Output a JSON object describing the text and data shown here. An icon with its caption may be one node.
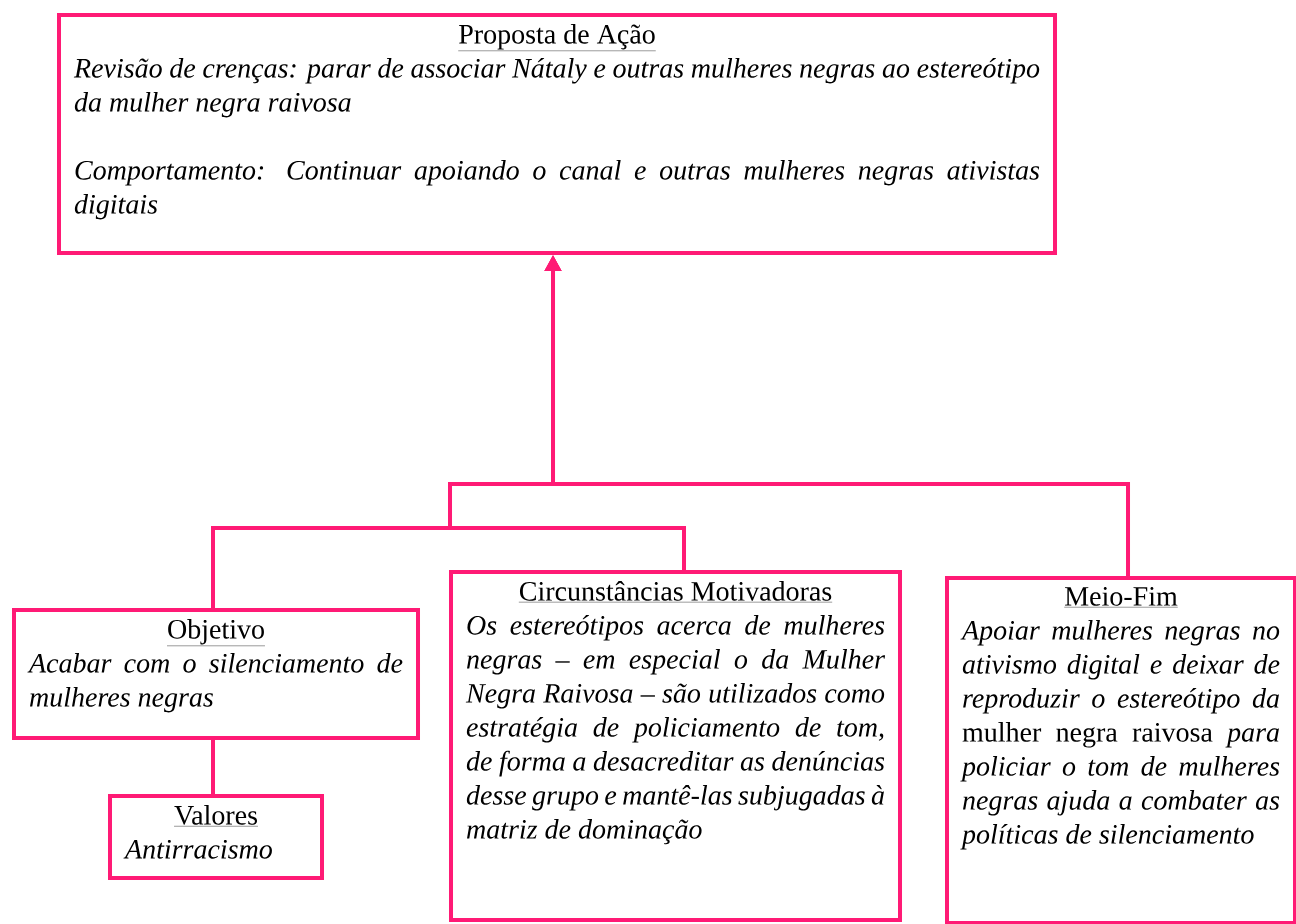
{
  "diagram": {
    "nodes": [
      {
        "text": [
          "Proposta de Ação",
          "Revisão de crenças: parar de associar Nátaly e outras mulheres negras ao estereótipo da mulher negra raivosa",
          "Comportamento: Continuar apoiando o canal e outras mulheres negras ativistas digitais"
        ]
      },
      {
        "text": [
          "Objetivo",
          "Acabar com o silenciamento de mulheres negras"
        ]
      },
      {
        "text": [
          "Valores",
          "Antirracismo"
        ]
      },
      {
        "text": [
          "Circunstâncias Motivadoras",
          "Os estereótipos acerca de mulheres negras – em especial o da Mulher Negra Raivosa – são utilizados como estratégia de policiamento de tom, de forma a desacreditar as denúncias desse grupo e mantê-las subjugadas à matriz de dominação"
        ]
      },
      {
        "text": [
          "Meio-Fim",
          "*Apoiar mulheres negras no ativismo digital e deixar de reproduzir o estereótipo da* mulher negra raivosa *para policiar o tom de mulheres negras ajuda a combater as políticas de silenciamento*"
        ]
      }
    ],
    "edges": [
      {
        "from": 1,
        "to": 0,
        "arrow": "to"
      },
      {
        "from": 3,
        "to": 0,
        "arrow": "to"
      },
      {
        "from": 4,
        "to": 0,
        "arrow": "to"
      },
      {
        "from": 1,
        "to": 2,
        "arrow": "none"
      }
    ]
  }
}
